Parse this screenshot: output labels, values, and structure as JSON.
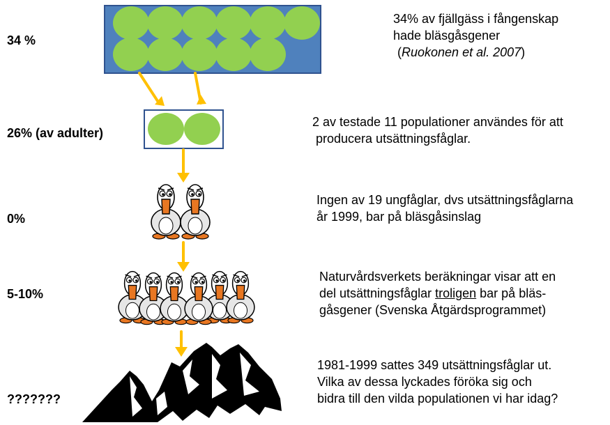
{
  "rows": [
    {
      "label": "34 %",
      "lines": [
        "34% av fjällgäss i fångenskap",
        "hade bläsgåsgener"
      ],
      "citation_open": "(",
      "citation": "Ruokonen et al. 2007",
      "citation_close": ")"
    },
    {
      "label": "26% (av adulter)",
      "lines": [
        "2 av testade 11 populationer användes för att",
        "producera utsättningsfåglar."
      ]
    },
    {
      "label": "0%",
      "lines": [
        "Ingen av 19 ungfåglar, dvs utsättningsfåglarna",
        "år 1999, bar på bläsgåsinslag"
      ]
    },
    {
      "label": "5-10%",
      "line1": "Naturvårdsverkets beräkningar visar att en",
      "line2_pre": "del utsättningsfåglar ",
      "line2_underlined": "troligen",
      "line2_post": " bar på bläs-",
      "line3": "gåsgener (Svenska Åtgärdsprogrammet)"
    },
    {
      "label": "???????",
      "lines": [
        "1981-1999 sattes 349 utsättningsfåglar ut.",
        "Vilka av dessa lyckades föröka sig och",
        "bidra till den vilda populationen vi har idag?"
      ]
    }
  ],
  "colors": {
    "box_blue": "#4F81BD",
    "box_border": "#2F528F",
    "circle_green": "#92D050",
    "arrow_orange": "#FFC000",
    "goose_beak": "#E87722"
  },
  "icons": [
    "goose-icon",
    "mountain-icon",
    "arrow-down-icon"
  ]
}
